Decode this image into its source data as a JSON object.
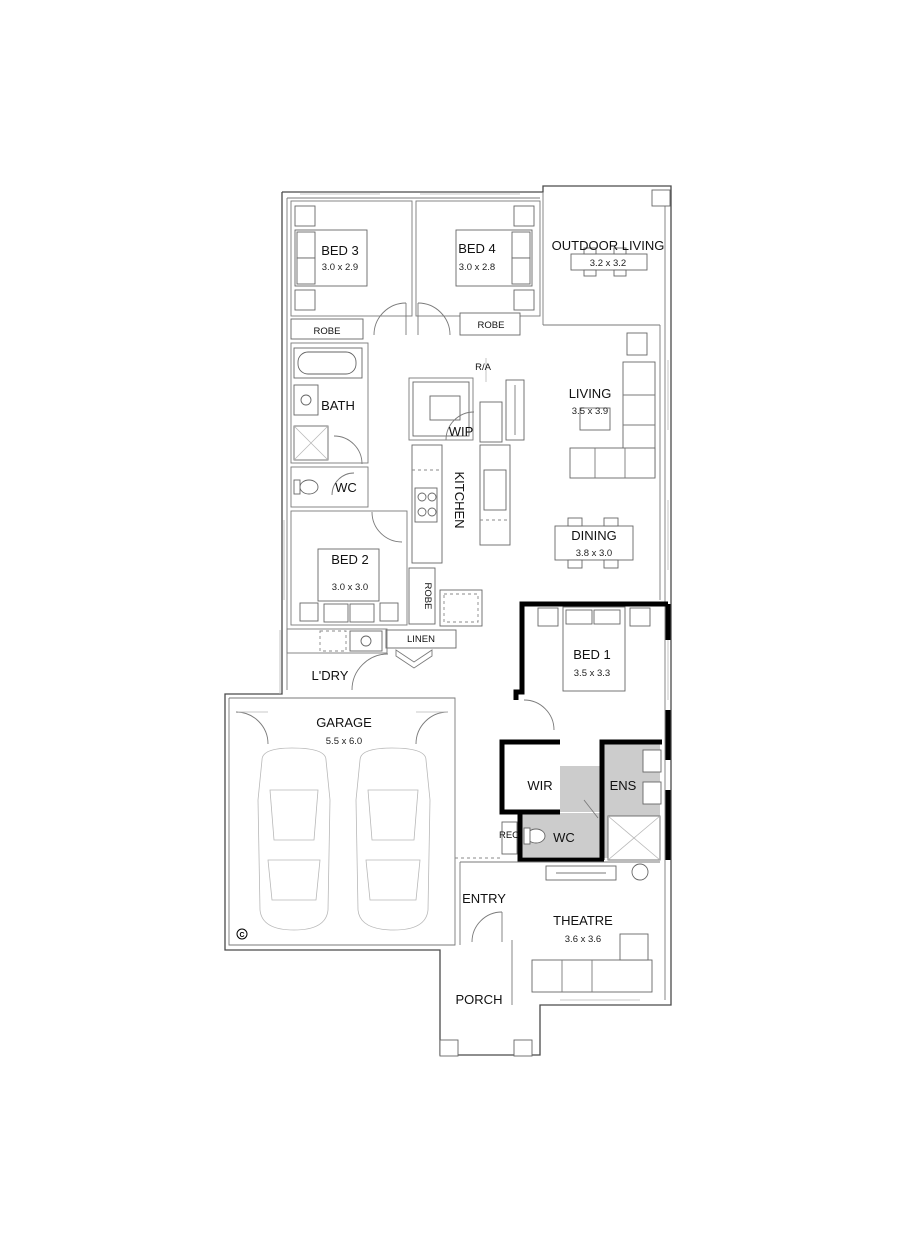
{
  "colors": {
    "wall": "#4a4a4a",
    "master_suite_wall": "#000000",
    "wet_area_fill": "#cccccc",
    "background": "#ffffff"
  },
  "rooms": {
    "bed3": {
      "name": "BED 3",
      "dims": "3.0 x 2.9"
    },
    "bed4": {
      "name": "BED 4",
      "dims": "3.0 x 2.8"
    },
    "outdoor": {
      "name": "OUTDOOR LIVING",
      "dims": "3.2 x 3.2"
    },
    "living": {
      "name": "LIVING",
      "dims": "3.5 x 3.9"
    },
    "dining": {
      "name": "DINING",
      "dims": "3.8 x 3.0"
    },
    "bed2": {
      "name": "BED 2",
      "dims": "3.0 x 3.0"
    },
    "bed1": {
      "name": "BED 1",
      "dims": "3.5 x 3.3"
    },
    "garage": {
      "name": "GARAGE",
      "dims": "5.5 x 6.0"
    },
    "theatre": {
      "name": "THEATRE",
      "dims": "3.6 x 3.6"
    }
  },
  "labels": {
    "robe_bed3": "ROBE",
    "robe_bed4": "ROBE",
    "robe_bed2": "ROBE",
    "bath": "BATH",
    "wc_main": "WC",
    "wip": "WIP",
    "kitchen": "KITCHEN",
    "ra": "R/A",
    "linen": "LINEN",
    "ldry": "L'DRY",
    "wir": "WIR",
    "ens": "ENS",
    "wc_ens": "WC",
    "rec": "REC",
    "entry": "ENTRY",
    "porch": "PORCH",
    "copyright": "C"
  }
}
